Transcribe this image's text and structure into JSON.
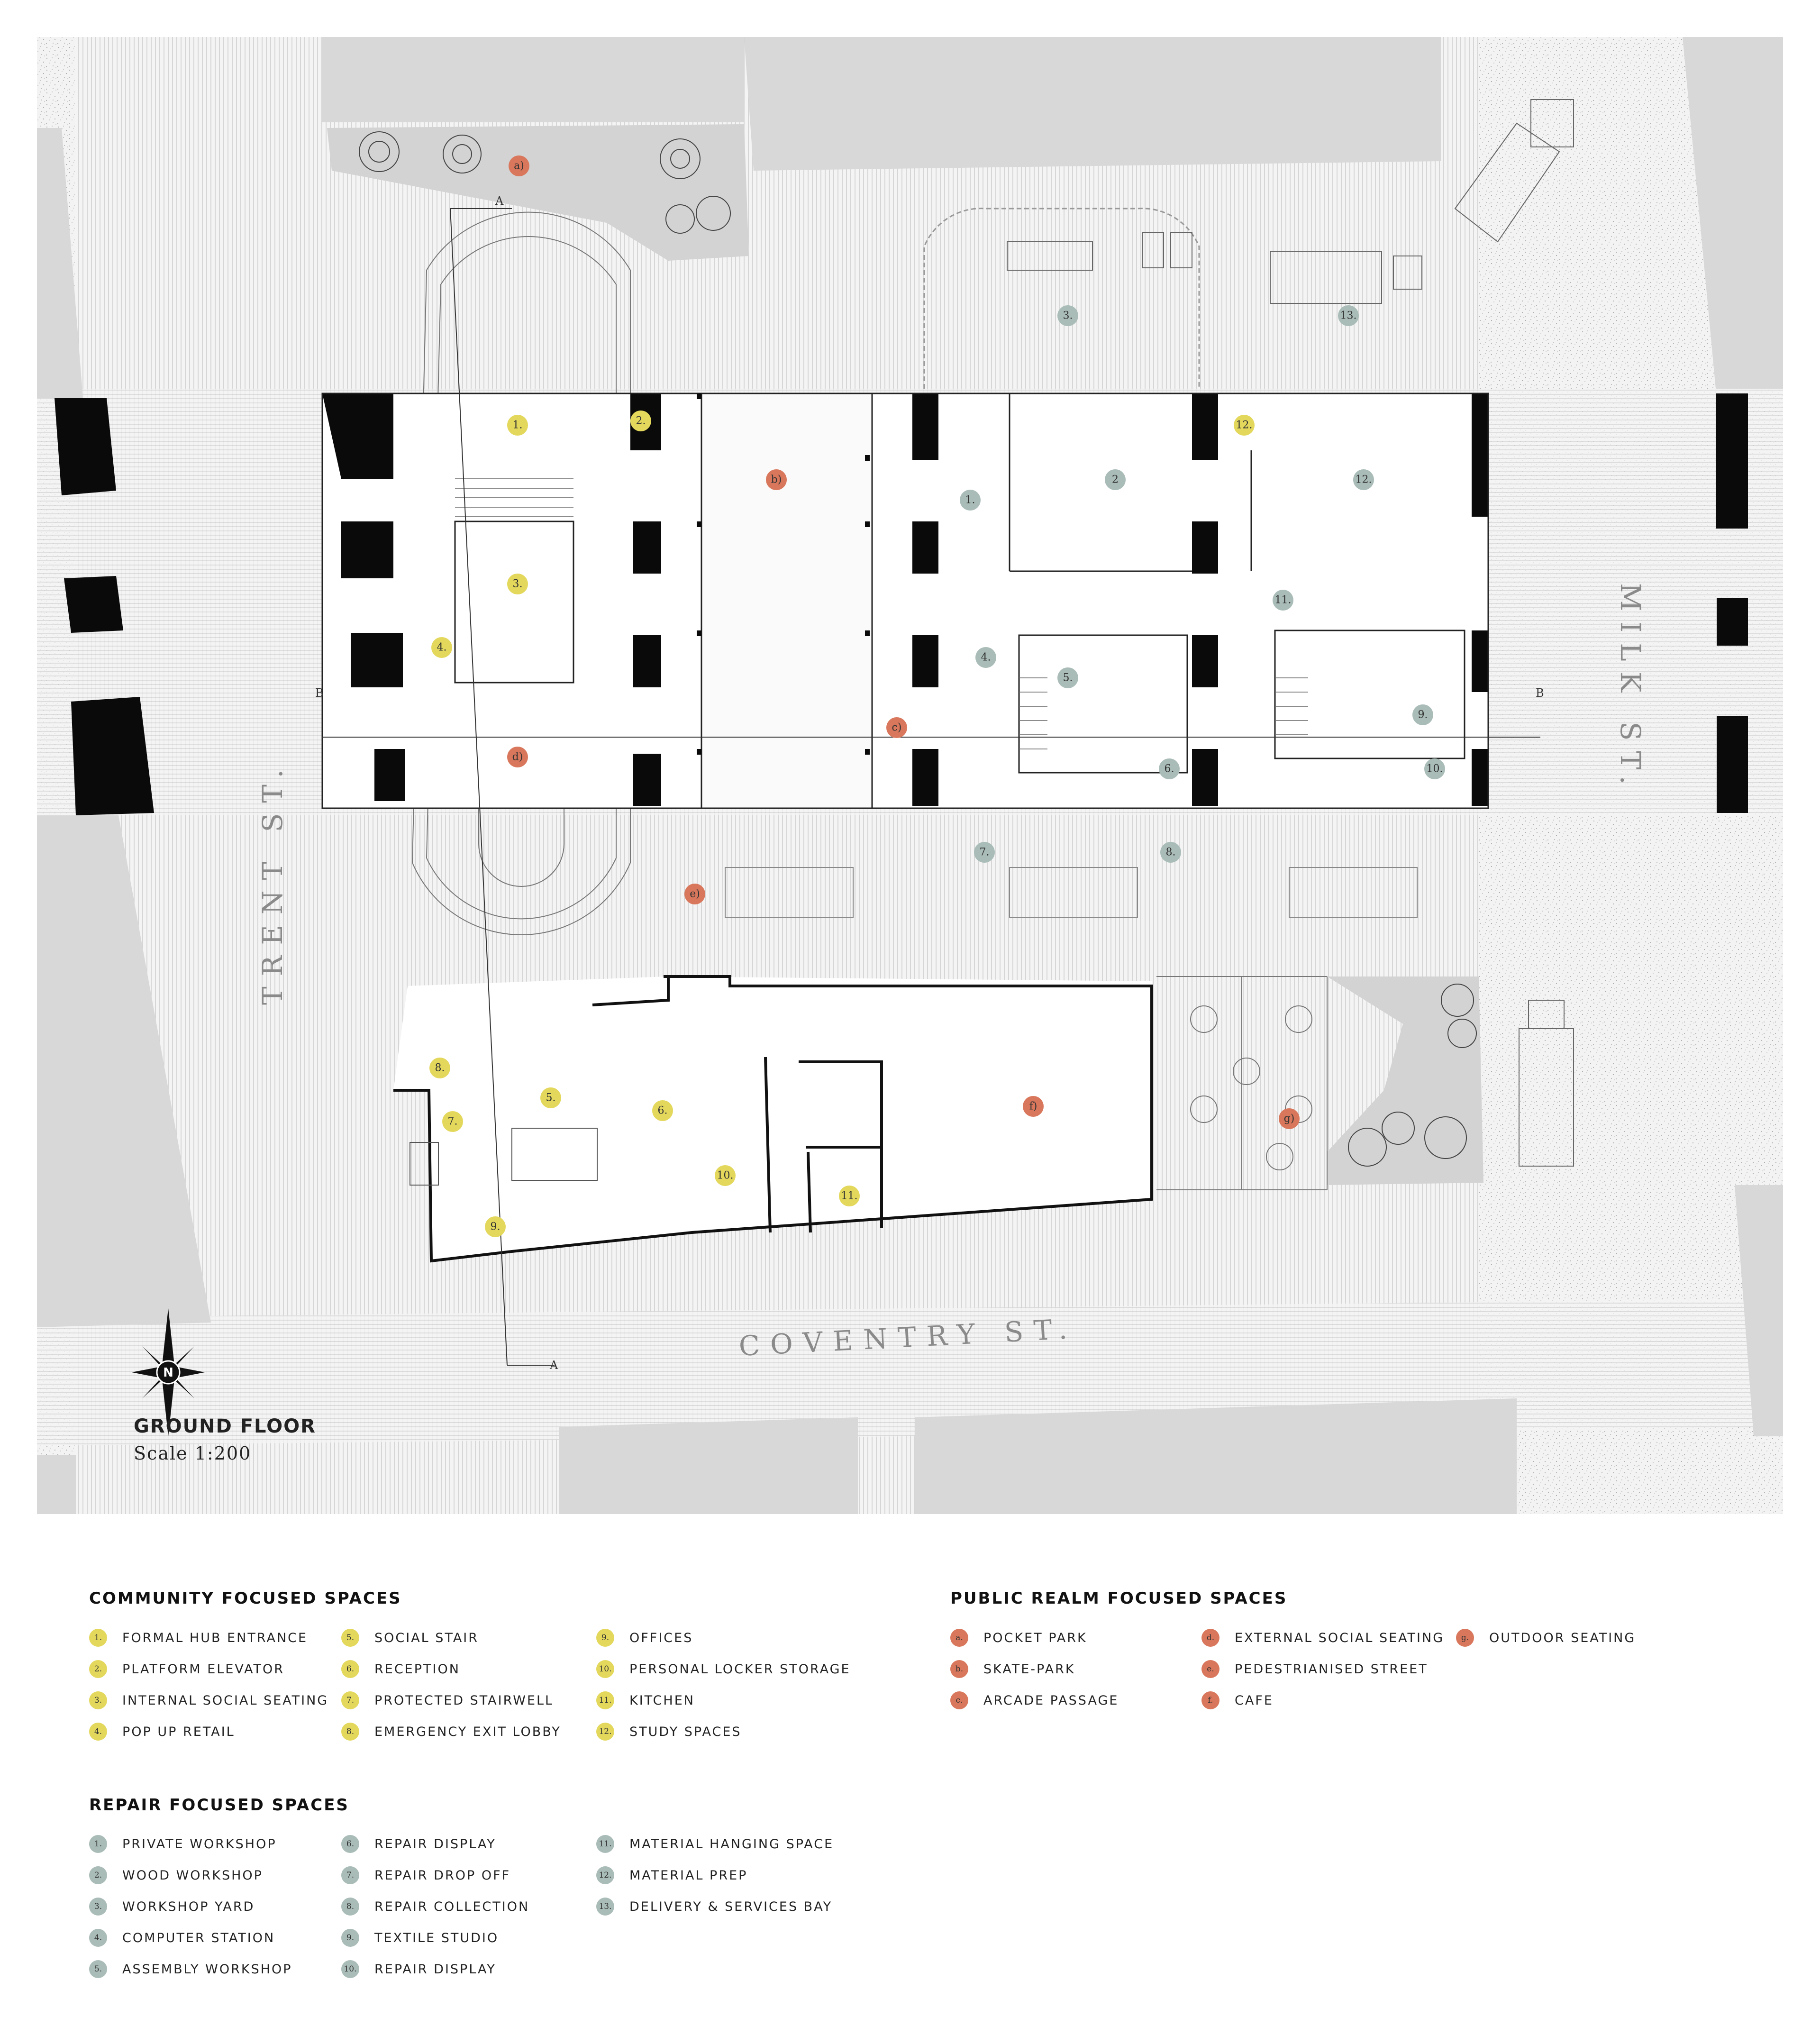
{
  "plan": {
    "title": "GROUND FLOOR",
    "scale": "Scale 1:200",
    "north_label": "N",
    "streets": {
      "trent": "TRENT ST.",
      "milk": "MILK ST.",
      "coventry": "COVENTRY ST."
    },
    "section_marks": {
      "a": "A",
      "b": "B"
    },
    "colors": {
      "community": "#e3d85c",
      "public": "#d9775c",
      "repair": "#a9bcb7"
    }
  },
  "plan_tags": {
    "community": [
      "1.",
      "2.",
      "3.",
      "4.",
      "5.",
      "6.",
      "7.",
      "8.",
      "9.",
      "10.",
      "11.",
      "12."
    ],
    "public": [
      "a)",
      "b)",
      "c)",
      "d)",
      "e)",
      "f)",
      "g)"
    ],
    "repair": [
      "1.",
      "2",
      "3.",
      "4.",
      "5.",
      "6.",
      "7.",
      "8.",
      "9.",
      "10.",
      "11.",
      "12.",
      "13."
    ]
  },
  "legend": {
    "community": {
      "title": "COMMUNITY FOCUSED SPACES",
      "items": [
        {
          "n": "1.",
          "label": "FORMAL HUB ENTRANCE"
        },
        {
          "n": "2.",
          "label": "PLATFORM ELEVATOR"
        },
        {
          "n": "3.",
          "label": "INTERNAL SOCIAL SEATING"
        },
        {
          "n": "4.",
          "label": "POP UP RETAIL"
        },
        {
          "n": "5.",
          "label": "SOCIAL STAIR"
        },
        {
          "n": "6.",
          "label": "RECEPTION"
        },
        {
          "n": "7.",
          "label": "PROTECTED STAIRWELL"
        },
        {
          "n": "8.",
          "label": "EMERGENCY EXIT LOBBY"
        },
        {
          "n": "9.",
          "label": "OFFICES"
        },
        {
          "n": "10.",
          "label": "PERSONAL LOCKER STORAGE"
        },
        {
          "n": "11.",
          "label": "KITCHEN"
        },
        {
          "n": "12.",
          "label": "STUDY SPACES"
        }
      ]
    },
    "public": {
      "title": "PUBLIC REALM FOCUSED SPACES",
      "items": [
        {
          "n": "a.",
          "label": "POCKET PARK"
        },
        {
          "n": "b.",
          "label": "SKATE-PARK"
        },
        {
          "n": "c.",
          "label": "ARCADE PASSAGE"
        },
        {
          "n": "d.",
          "label": "EXTERNAL SOCIAL SEATING"
        },
        {
          "n": "e.",
          "label": "PEDESTRIANISED STREET"
        },
        {
          "n": "f.",
          "label": "CAFE"
        },
        {
          "n": "g.",
          "label": "OUTDOOR SEATING"
        }
      ]
    },
    "repair": {
      "title": "REPAIR FOCUSED SPACES",
      "items": [
        {
          "n": "1.",
          "label": "PRIVATE WORKSHOP"
        },
        {
          "n": "2.",
          "label": "WOOD WORKSHOP"
        },
        {
          "n": "3.",
          "label": "WORKSHOP YARD"
        },
        {
          "n": "4.",
          "label": "COMPUTER STATION"
        },
        {
          "n": "5.",
          "label": "ASSEMBLY WORKSHOP"
        },
        {
          "n": "6.",
          "label": "REPAIR DISPLAY"
        },
        {
          "n": "7.",
          "label": "REPAIR DROP OFF"
        },
        {
          "n": "8.",
          "label": "REPAIR COLLECTION"
        },
        {
          "n": "9.",
          "label": "TEXTILE STUDIO"
        },
        {
          "n": "10.",
          "label": "REPAIR DISPLAY"
        },
        {
          "n": "11.",
          "label": "MATERIAL HANGING SPACE"
        },
        {
          "n": "12.",
          "label": "MATERIAL PREP"
        },
        {
          "n": "13.",
          "label": "DELIVERY & SERVICES BAY"
        }
      ]
    }
  }
}
